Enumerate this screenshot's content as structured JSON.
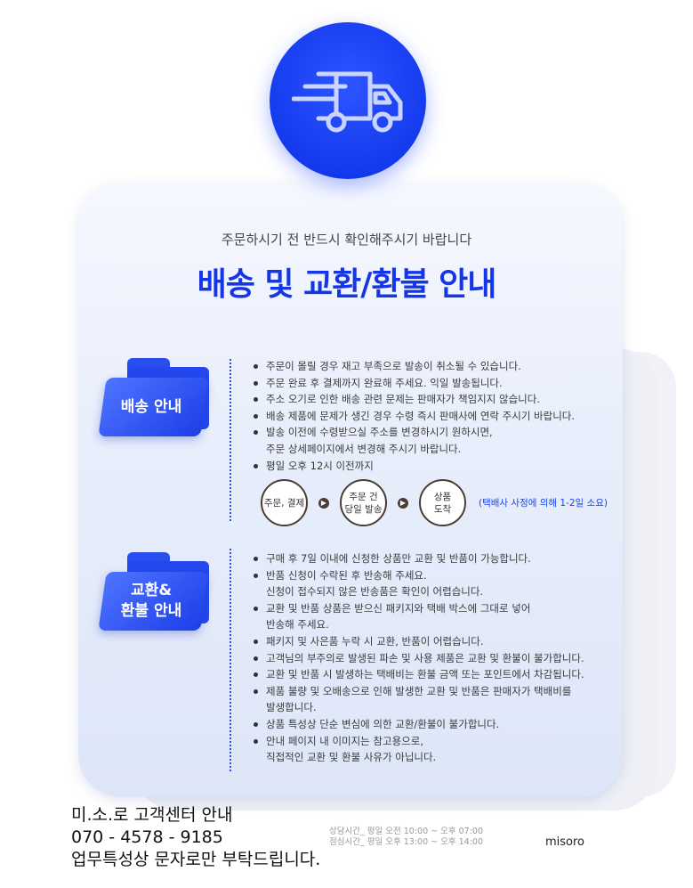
{
  "header": {
    "subtitle": "주문하시기 전 반드시 확인해주시기 바랍니다",
    "title": "배송 및 교환/환불 안내",
    "icon": "delivery-truck-icon"
  },
  "shipping": {
    "label": "배송 안내",
    "items": [
      {
        "text": "주문이 몰릴 경우 재고 부족으로 발송이 취소될 수 있습니다.",
        "bullet": true
      },
      {
        "text": "주문 완료 후 결제까지 완료해 주세요. 익일 발송됩니다.",
        "bullet": true
      },
      {
        "text": "주소 오기로 인한 배송 관련 문제는 판매자가 책임지지 않습니다.",
        "bullet": true
      },
      {
        "text": "배송 제품에 문제가 생긴 경우 수령 즉시 판매사에 연락 주시기 바랍니다.",
        "bullet": true
      },
      {
        "text": "발송 이전에 수령받으실 주소를 변경하시기 원하시면,",
        "bullet": true
      },
      {
        "text": "주문 상세페이지에서 변경해 주시기 바랍니다.",
        "bullet": false
      },
      {
        "text": "평일 오후 12시 이전까지",
        "bullet": true
      }
    ],
    "flow": {
      "steps": [
        "주문, 결제",
        "주문 건\n당일 발송",
        "상품\n도착"
      ],
      "note": "(택배사 사정에 의해 1-2일 소요)"
    }
  },
  "exchange": {
    "label": "교환&\n환불 안내",
    "items": [
      {
        "text": "구매 후 7일 이내에 신청한 상품만 교환 및 반품이 가능합니다.",
        "bullet": true
      },
      {
        "text": "반품 신청이 수락된 후 반송해 주세요.",
        "bullet": true
      },
      {
        "text": "신청이 접수되지 않은 반송품은 확인이 어렵습니다.",
        "bullet": false
      },
      {
        "text": "교환 및 반품 상품은 받으신 패키지와 택배 박스에 그대로 넣어",
        "bullet": true
      },
      {
        "text": "반송해 주세요.",
        "bullet": false
      },
      {
        "text": "패키지 및 사은품 누락 시 교환, 반품이 어렵습니다.",
        "bullet": true
      },
      {
        "text": "고객님의 부주의로 발생된 파손 및 사용 제품은 교환 및 환불이 불가합니다.",
        "bullet": true
      },
      {
        "text": "교환 및 반품 시 발생하는 택배비는 환불 금액 또는 포인트에서 차감됩니다.",
        "bullet": true
      },
      {
        "text": "제품 불량 및 오배송으로 인해 발생한 교환 및 반품은 판매자가 택배비를",
        "bullet": true
      },
      {
        "text": "발생합니다.",
        "bullet": false
      },
      {
        "text": "상품 특성상 단순 변심에 의한 교환/환불이 불가합니다.",
        "bullet": true
      },
      {
        "text": "안내 페이지 내 이미지는 참고용으로,",
        "bullet": true
      },
      {
        "text": "직접적인 교환 및 환불 사유가 아닙니다.",
        "bullet": false
      }
    ]
  },
  "footer": {
    "center_title": "미.소.로 고객센터 안내",
    "phone": "070 - 4578 - 9185",
    "notice": "업무특성상 문자로만 부탁드립니다.",
    "hours": [
      "상담시간_ 평일 오전 10:00 ~ 오후 07:00",
      "점심시간_ 평일 오후 13:00 ~ 오후 14:00"
    ],
    "brand": "misoro"
  }
}
